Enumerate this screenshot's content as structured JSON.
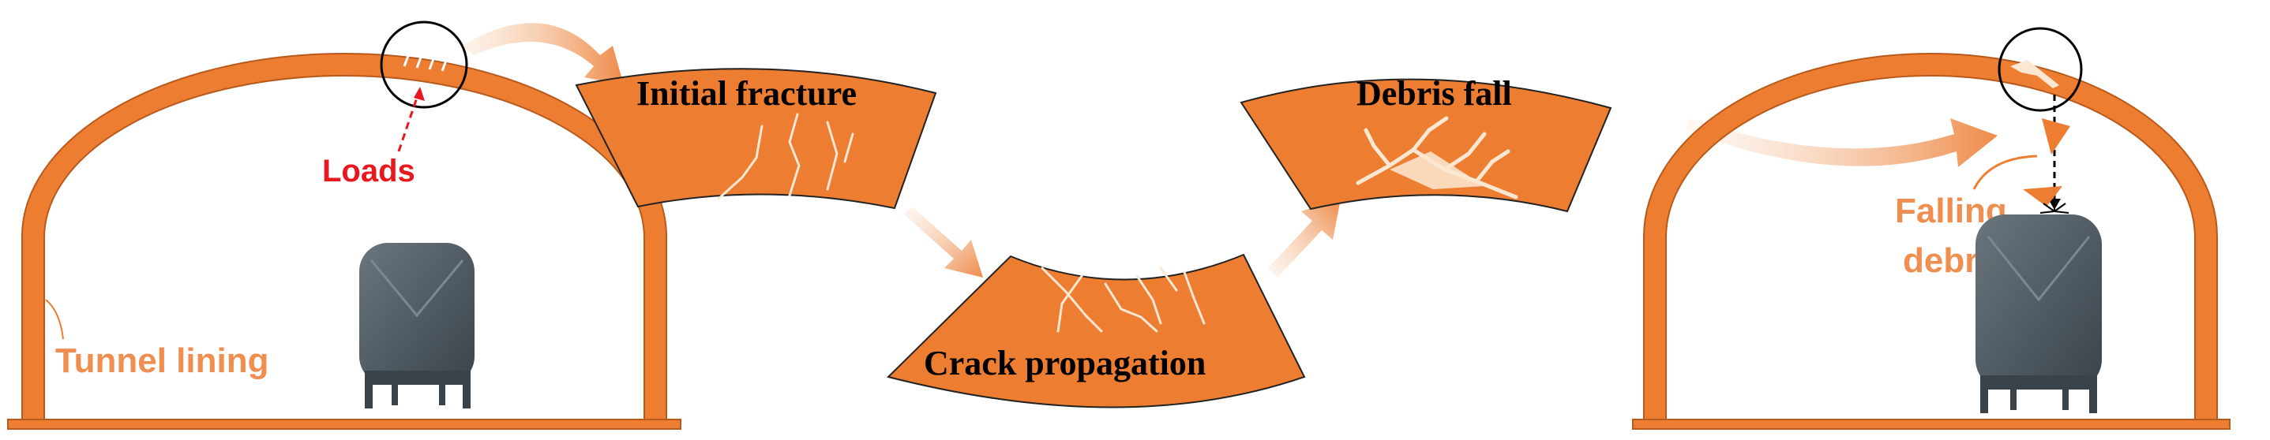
{
  "labels": {
    "loads": "Loads",
    "tunnel_lining": "Tunnel lining",
    "initial_fracture": "Initial fracture",
    "crack_propagation": "Crack propagation",
    "debris_fall": "Debris fall",
    "falling_debris_line1": "Falling",
    "falling_debris_line2": "debris"
  },
  "colors": {
    "lining": "#ed7d31",
    "lining_dark": "#b85a1c",
    "arrow": "#f0a36a",
    "loads_red": "#e8181e",
    "vehicle": "#4a545c",
    "crack": "#fbe7d2"
  },
  "icons": [
    "tunnel-vehicle-icon",
    "flow-arrow-icon",
    "focus-circle-icon"
  ]
}
